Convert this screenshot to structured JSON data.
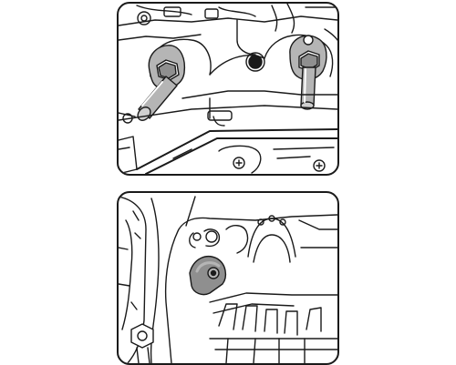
{
  "figure": {
    "panels": [
      {
        "id": "top",
        "subject": "engine-block-with-two-pins-installed"
      },
      {
        "id": "bottom",
        "subject": "gearbox-housing-with-locking-tool"
      }
    ],
    "colors": {
      "line": "#1a1a1a",
      "tool_fill": "#b5b5b5",
      "tool_shade": "#8f8f8f",
      "background": "#ffffff"
    },
    "icons": [
      "cylindrical-pin-icon",
      "bolt-head-icon",
      "locking-tool-icon",
      "hex-nut-icon"
    ]
  }
}
